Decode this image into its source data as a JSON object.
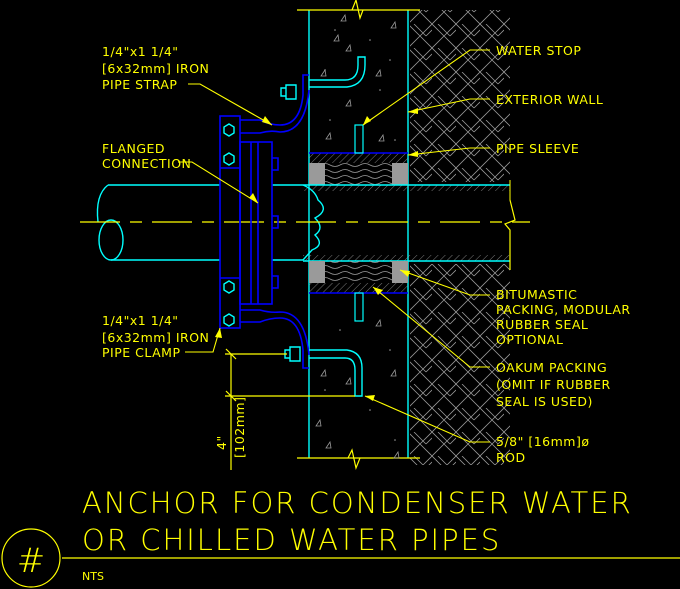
{
  "drawing": {
    "title_line1": "ANCHOR FOR CONDENSER WATER",
    "title_line2": "OR CHILLED WATER PIPES",
    "scale_note": "NTS",
    "detail_number": "#"
  },
  "labels": {
    "strap": [
      "1/4\"x1 1/4\"",
      "[6x32mm] IRON",
      "PIPE STRAP"
    ],
    "flanged": [
      "FLANGED",
      "CONNECTION"
    ],
    "clamp": [
      "1/4\"x1 1/4\"",
      "[6x32mm] IRON",
      "PIPE CLAMP"
    ],
    "water_stop": "WATER STOP",
    "exterior_wall": "EXTERIOR WALL",
    "pipe_sleeve": "PIPE SLEEVE",
    "bitumastic": [
      "BITUMASTIC",
      "PACKING, MODULAR",
      "RUBBER SEAL",
      "OPTIONAL"
    ],
    "oakum": [
      "OAKUM PACKING",
      "(OMIT IF RUBBER",
      "SEAL IS USED)"
    ],
    "rod": [
      "5/8\" [16mm]ø",
      "ROD"
    ],
    "dimension": [
      "4\"",
      "[102mm]"
    ]
  },
  "colors": {
    "background": "#000000",
    "annotation": "#ffff00",
    "pipe": "#00ffff",
    "anchor": "#0000ff",
    "fill_gray": "#9a9a9a"
  }
}
